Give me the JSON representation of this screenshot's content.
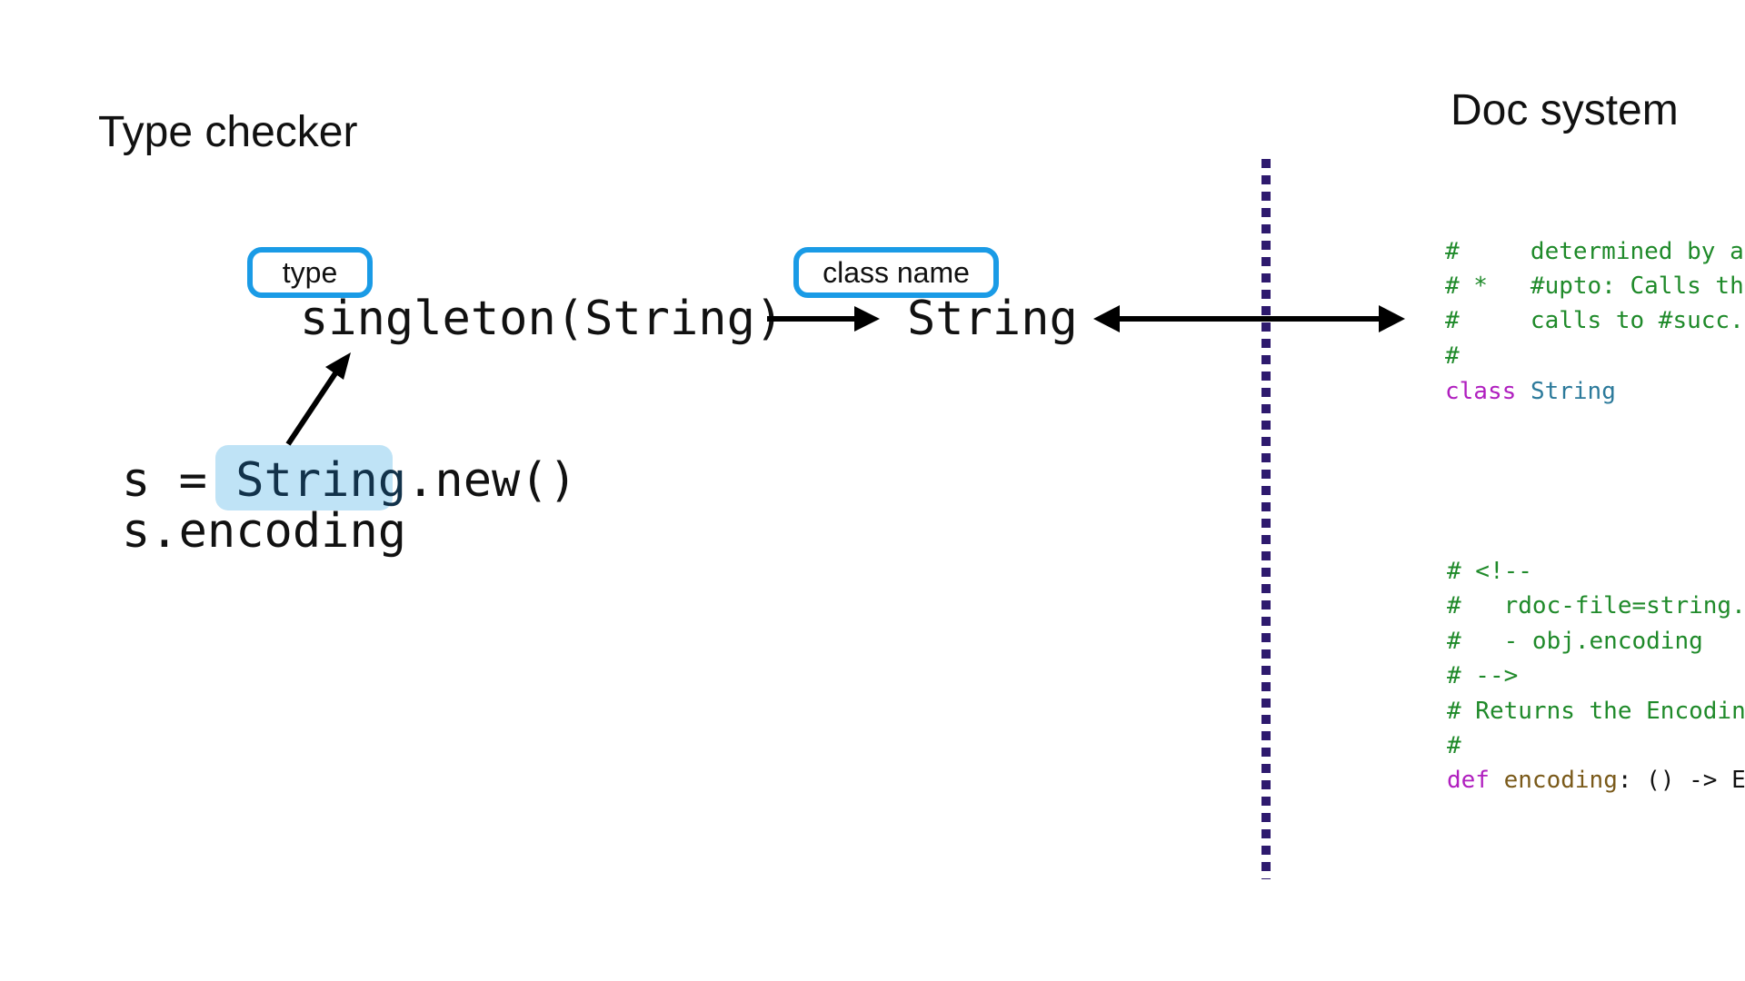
{
  "headings": {
    "left": "Type checker",
    "right": "Doc system"
  },
  "tags": {
    "type": "type",
    "class_name": "class name"
  },
  "expressions": {
    "singleton": "singleton(String)",
    "class_string": "String"
  },
  "code": {
    "line1_prefix": "s = ",
    "line1_highlight": "String",
    "line1_suffix": ".new()",
    "line2": "s.encoding"
  },
  "doc_top": {
    "line0": "#     determined by a",
    "line1": "# *   #upto: Calls the",
    "line2": "#     calls to #succ.",
    "line3": "#",
    "line4_kw": "class",
    "line4_name": "String"
  },
  "doc_bottom": {
    "line0": "# <!--",
    "line1": "#   rdoc-file=string.c",
    "line2": "#   - obj.encoding   -",
    "line3": "# -->",
    "line4": "# Returns the Encoding",
    "line5": "#",
    "line6_kw": "def",
    "line6_name": "encoding",
    "line6_rest": ": () -> Er"
  },
  "colors": {
    "tag_border": "#1a9be6",
    "highlight": "#bfe3f6",
    "divider": "#2e1a6e",
    "comment": "#1f8a2a",
    "keyword": "#b01fbf",
    "class_name": "#2c7a9b"
  }
}
